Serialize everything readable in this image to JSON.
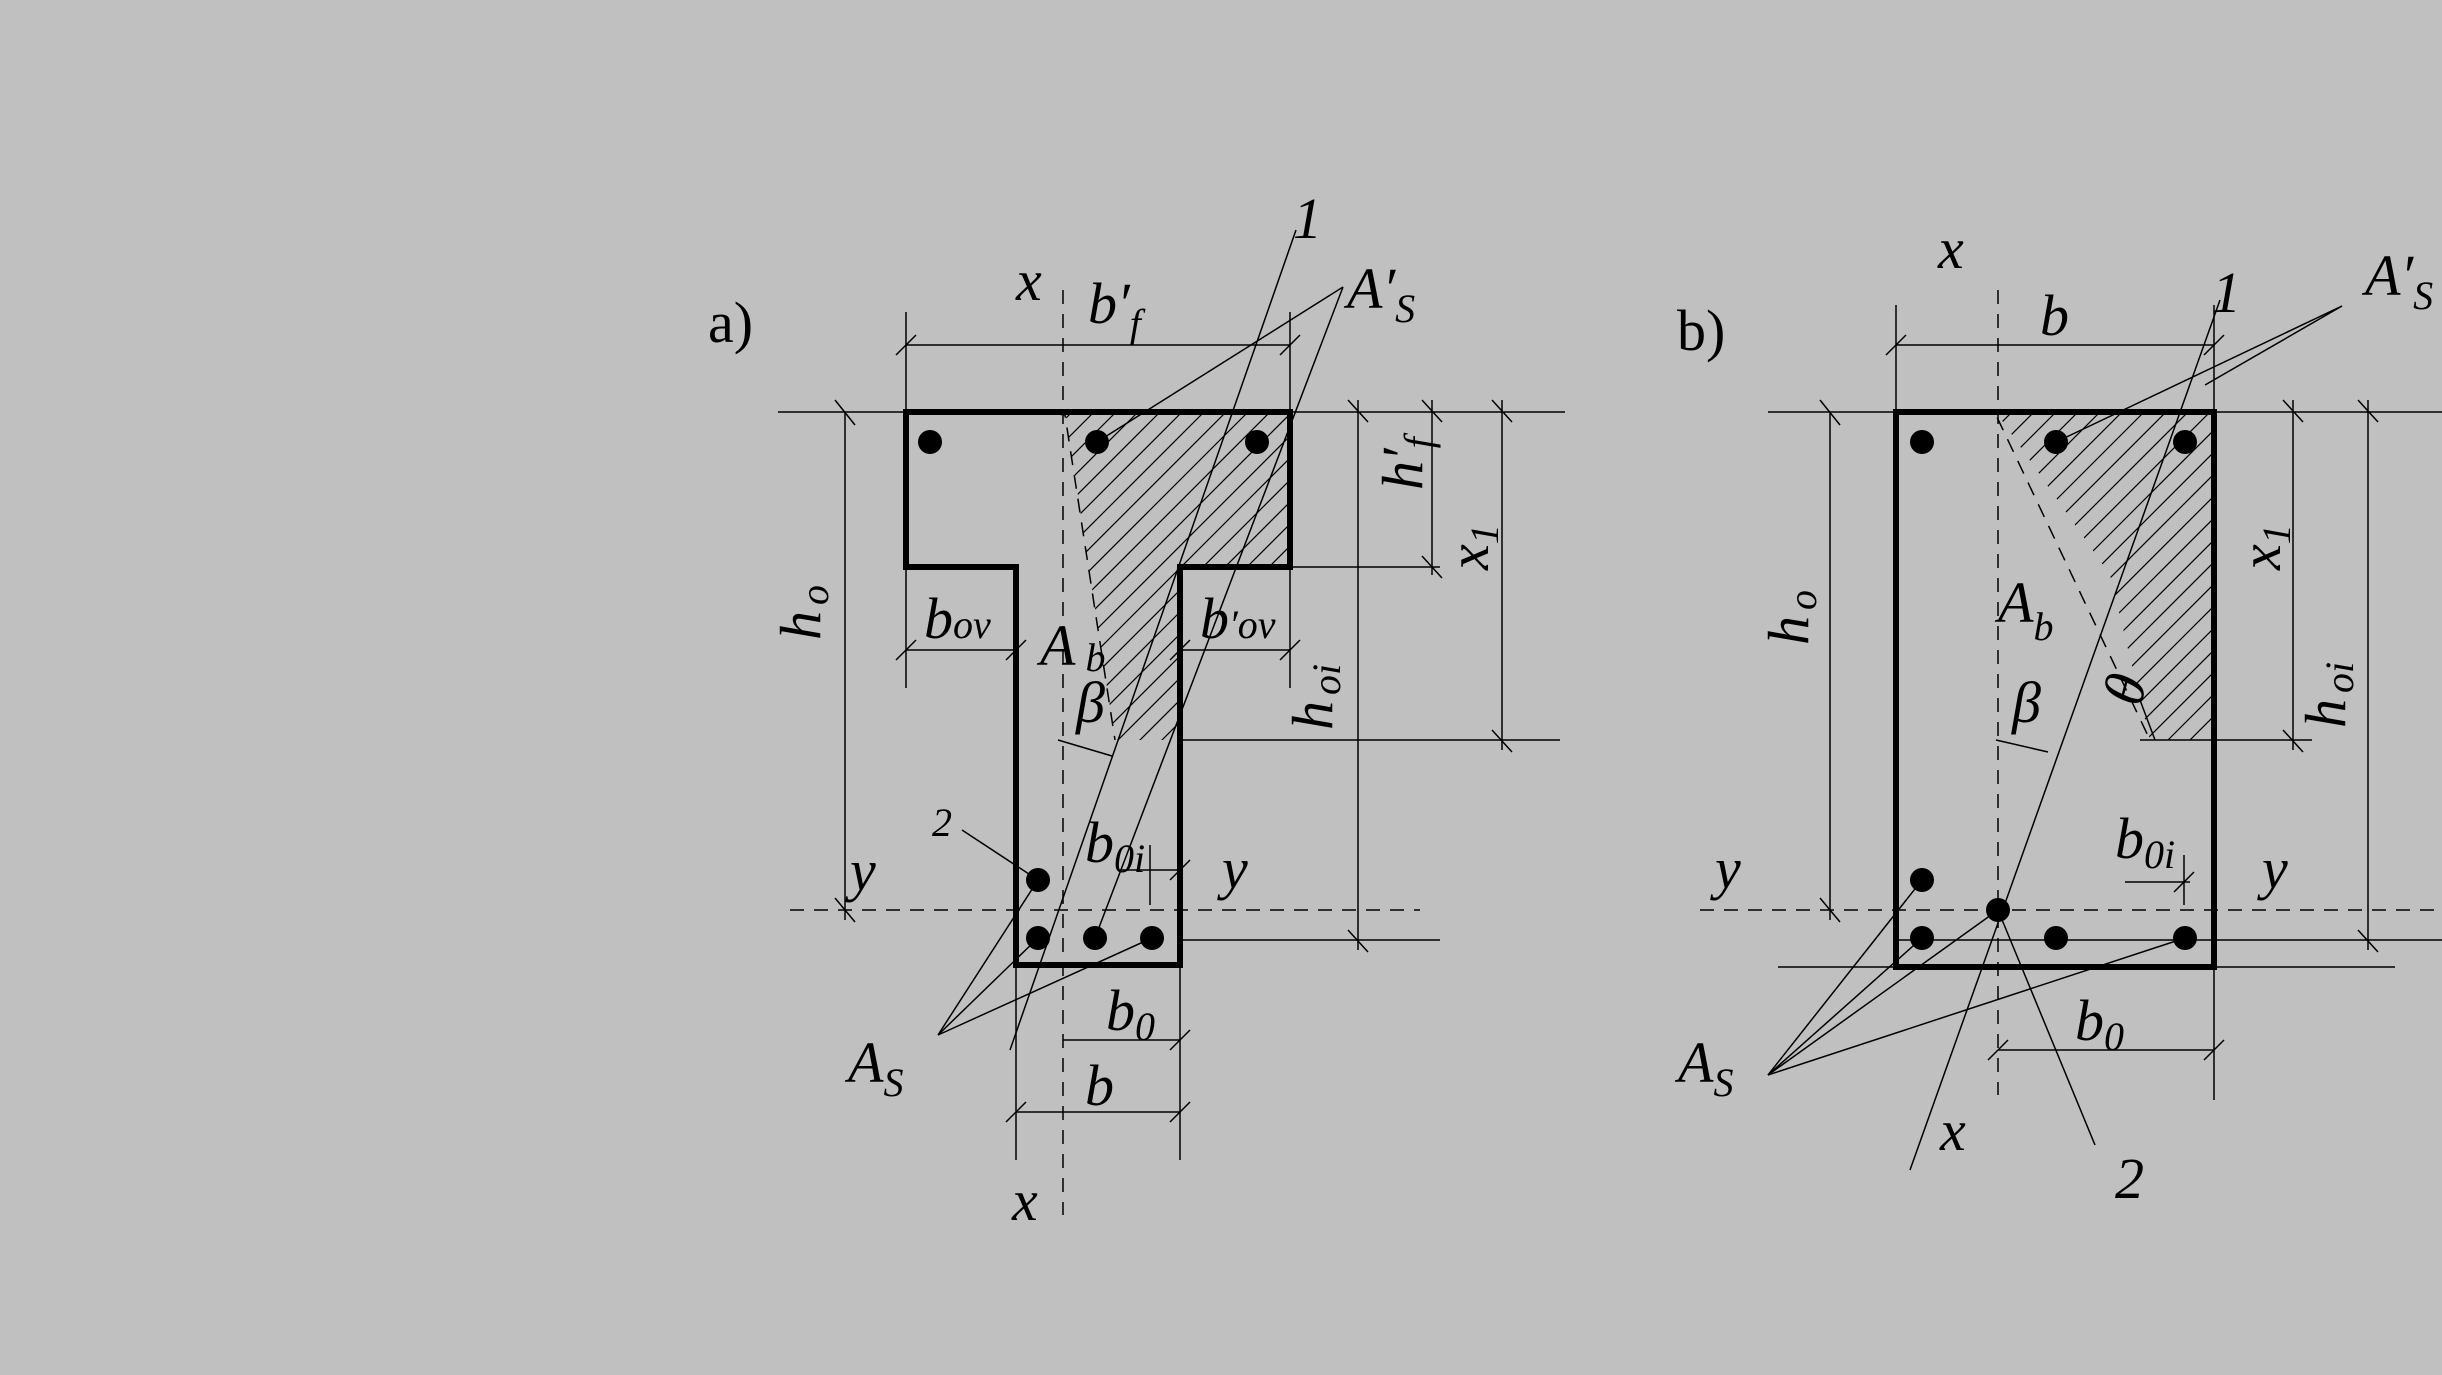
{
  "panel_a": {
    "tag": "a)",
    "labels": {
      "x_top": "x",
      "x_bottom": "x",
      "y_left": "y",
      "y_right": "y",
      "bf_main": "b",
      "bf_prime": "′",
      "bf_sub": "f",
      "as_prime_main": "A",
      "as_prime_prime": "′",
      "as_prime_sub": "S",
      "hf_main": "h",
      "hf_prime": "′",
      "hf_sub": "f",
      "x1_main": "x",
      "x1_sub": "1",
      "ho_main": "h",
      "ho_sub": "o",
      "hoi_main": "h",
      "hoi_sub": "oi",
      "bov_main": "b",
      "bov_sub": "ov",
      "bov2_main": "b",
      "bov2_sub": "′ov",
      "ab_main": "A",
      "ab_sub": "b",
      "beta": "β",
      "b0i_main": "b",
      "b0i_sub": "0i",
      "b0_main": "b",
      "b0_sub": "0",
      "b": "b",
      "as_main": "A",
      "as_sub": "S",
      "one": "1",
      "two": "2"
    }
  },
  "panel_b": {
    "tag": "b)",
    "labels": {
      "x_top": "x",
      "x_bottom": "x",
      "y_left": "y",
      "y_right": "y",
      "b": "b",
      "as_prime_main": "A",
      "as_prime_prime": "′",
      "as_prime_sub": "S",
      "x1_main": "x",
      "x1_sub": "1",
      "ho_main": "h",
      "ho_sub": "o",
      "hoi_main": "h",
      "hoi_sub": "oi",
      "ab_main": "A",
      "ab_sub": "b",
      "beta": "β",
      "theta": "θ",
      "b0i_main": "b",
      "b0i_sub": "0i",
      "b0_main": "b",
      "b0_sub": "0",
      "as_main": "A",
      "as_sub": "S",
      "one": "1",
      "two": "2"
    }
  }
}
